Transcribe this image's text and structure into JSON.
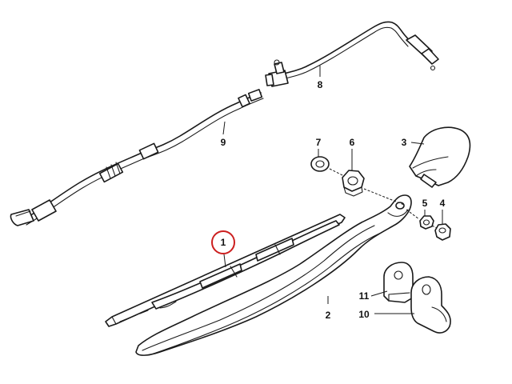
{
  "callouts": [
    {
      "id": "1",
      "label": "1",
      "highlighted": true
    },
    {
      "id": "2",
      "label": "2"
    },
    {
      "id": "3",
      "label": "3"
    },
    {
      "id": "4",
      "label": "4"
    },
    {
      "id": "5",
      "label": "5"
    },
    {
      "id": "6",
      "label": "6"
    },
    {
      "id": "7",
      "label": "7"
    },
    {
      "id": "8",
      "label": "8"
    },
    {
      "id": "9",
      "label": "9"
    },
    {
      "id": "10",
      "label": "10"
    },
    {
      "id": "11",
      "label": "11"
    }
  ],
  "colors": {
    "highlight": "#cc1f1f",
    "line": "#1a1a1a",
    "background": "#ffffff"
  }
}
